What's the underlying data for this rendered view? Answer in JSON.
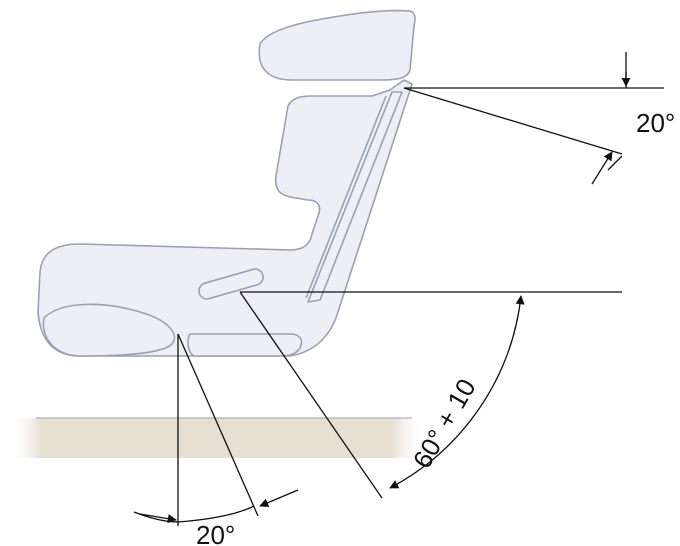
{
  "diagram": {
    "labels": {
      "headrest_angle": "20°",
      "seat_angle": "60° + 10",
      "base_angle": "20°"
    }
  },
  "colors": {
    "seat_fill": "#eeeff6",
    "seat_stroke": "#9aa0b4",
    "floor": "#e6dfd2",
    "lines": "#111111"
  }
}
